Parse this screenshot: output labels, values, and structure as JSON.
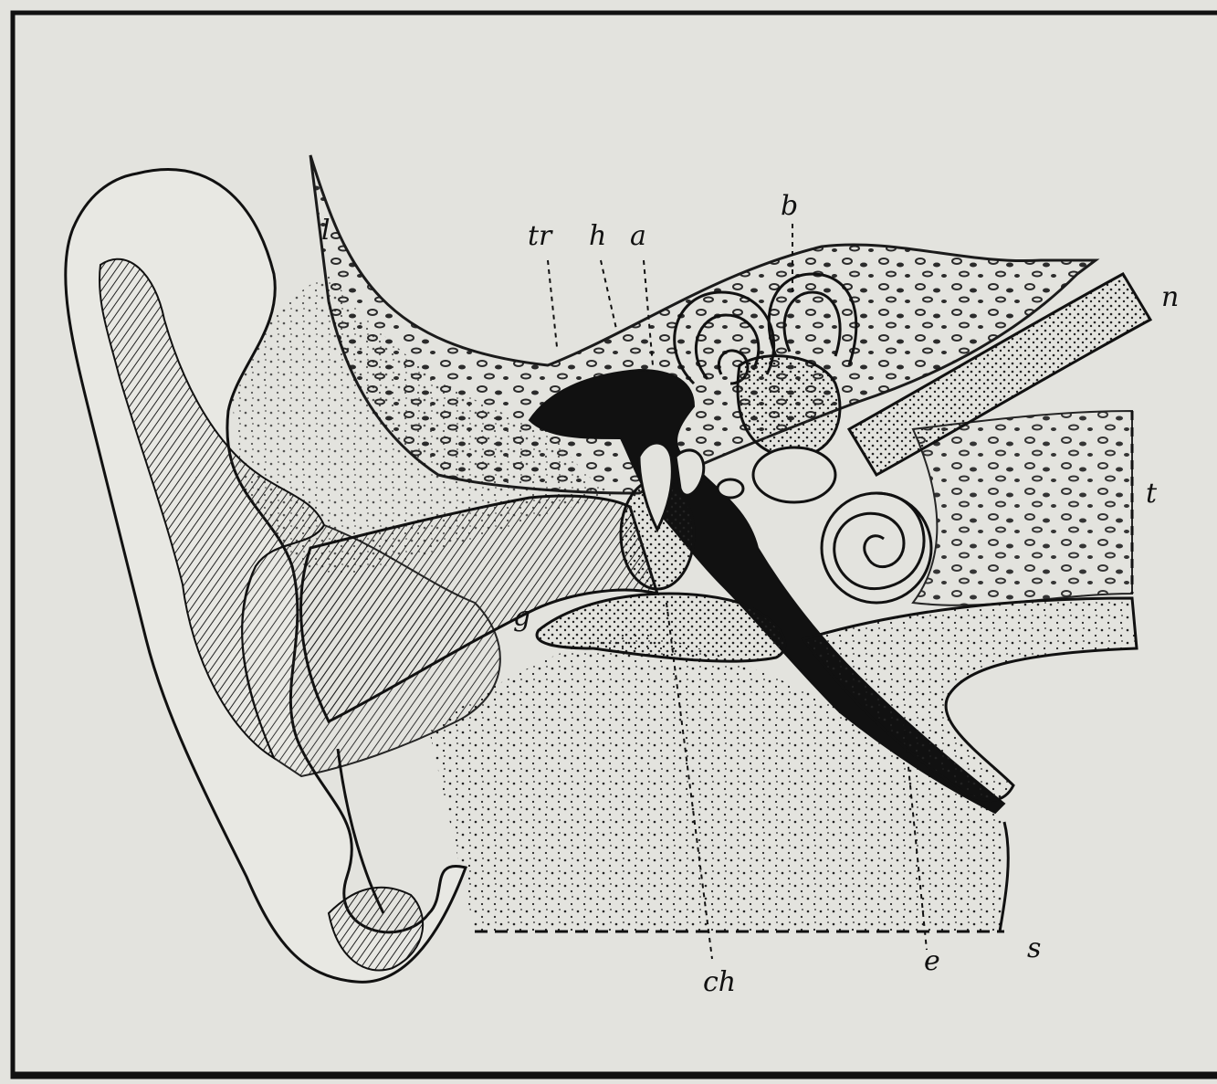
{
  "figure": {
    "labels": {
      "l": "l",
      "tr": "tr",
      "h": "h",
      "a": "a",
      "b": "b",
      "n": "n",
      "t": "t",
      "g": "g",
      "ch": "ch",
      "e": "e",
      "s": "s"
    },
    "colors": {
      "paper": "#e3e3de",
      "ink": "#111111"
    }
  }
}
